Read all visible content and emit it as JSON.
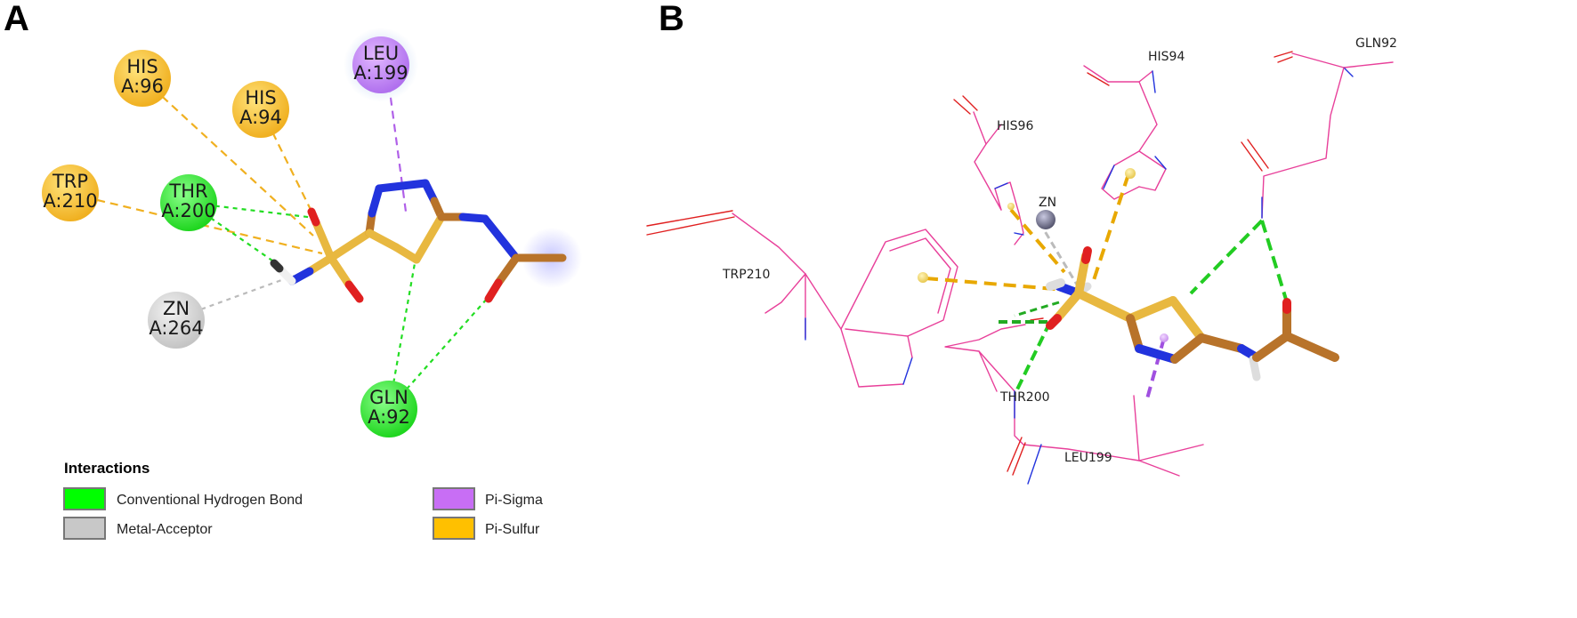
{
  "panel_a": {
    "letter": "A",
    "residues": [
      {
        "id": "his96",
        "line1": "HIS",
        "line2": "A:96",
        "color": "#F6C030",
        "type": "Pi-Sulfur"
      },
      {
        "id": "his94",
        "line1": "HIS",
        "line2": "A:94",
        "color": "#F6C030",
        "type": "Pi-Sulfur"
      },
      {
        "id": "leu199",
        "line1": "LEU",
        "line2": "A:199",
        "color": "#C58AF0",
        "type": "Pi-Sigma"
      },
      {
        "id": "trp210",
        "line1": "TRP",
        "line2": "A:210",
        "color": "#F6C030",
        "type": "Pi-Sulfur"
      },
      {
        "id": "thr200",
        "line1": "THR",
        "line2": "A:200",
        "color": "#33E033",
        "type": "Conventional Hydrogen Bond"
      },
      {
        "id": "zn264",
        "line1": "ZN",
        "line2": "A:264",
        "color": "#CCCCCC",
        "type": "Metal-Acceptor"
      },
      {
        "id": "gln92",
        "line1": "GLN",
        "line2": "A:92",
        "color": "#33E033",
        "type": "Conventional Hydrogen Bond"
      }
    ],
    "legend": {
      "title": "Interactions",
      "items": [
        {
          "label": "Conventional Hydrogen Bond",
          "color": "#00FF00"
        },
        {
          "label": "Pi-Sigma",
          "color": "#C86EF5"
        },
        {
          "label": "Metal-Acceptor",
          "color": "#C8C8C8"
        },
        {
          "label": "Pi-Sulfur",
          "color": "#FFC000"
        }
      ]
    }
  },
  "panel_b": {
    "letter": "B",
    "labels": {
      "his94": "HIS94",
      "gln92": "GLN92",
      "his96": "HIS96",
      "zn": "ZN",
      "trp210": "TRP210",
      "thr200": "THR200",
      "leu199": "LEU199"
    }
  },
  "colors": {
    "carbon": "#B8732A",
    "sulfur": "#E8B840",
    "nitrogen": "#2233DD",
    "oxygen": "#E02020",
    "hbond": "#22CC22",
    "pi_sulfur": "#E8A800",
    "pi_sigma": "#A050E0",
    "metal": "#BBBBBB",
    "protein_line": "#E8409A"
  }
}
